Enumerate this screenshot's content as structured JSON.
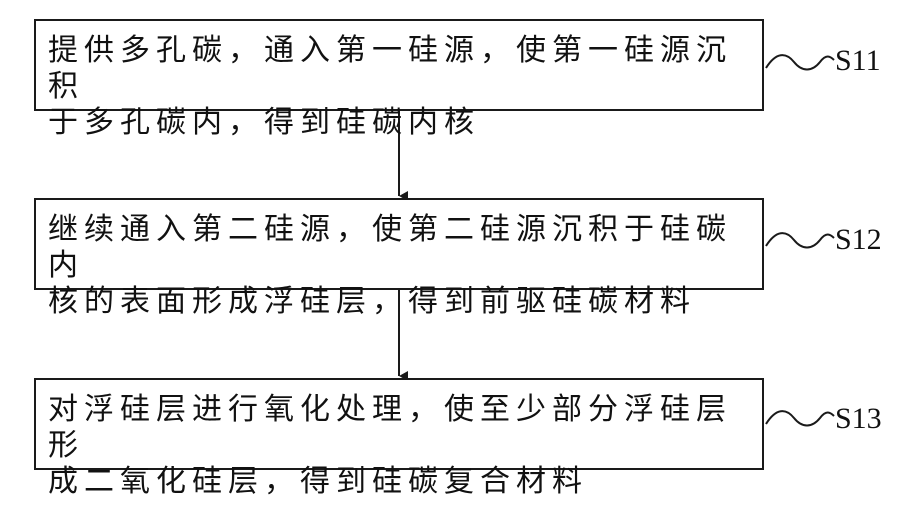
{
  "steps": [
    {
      "id": "S11",
      "label": "S11",
      "text": "提供多孔碳，通入第一硅源，使第一硅源沉积\n于多孔碳内，得到硅碳内核"
    },
    {
      "id": "S12",
      "label": "S12",
      "text": "继续通入第二硅源，使第二硅源沉积于硅碳内\n核的表面形成浮硅层，得到前驱硅碳材料"
    },
    {
      "id": "S13",
      "label": "S13",
      "text": "对浮硅层进行氧化处理，使至少部分浮硅层形\n成二氧化硅层，得到硅碳复合材料"
    }
  ],
  "colors": {
    "stroke": "#1a1a1a",
    "background": "#ffffff"
  }
}
